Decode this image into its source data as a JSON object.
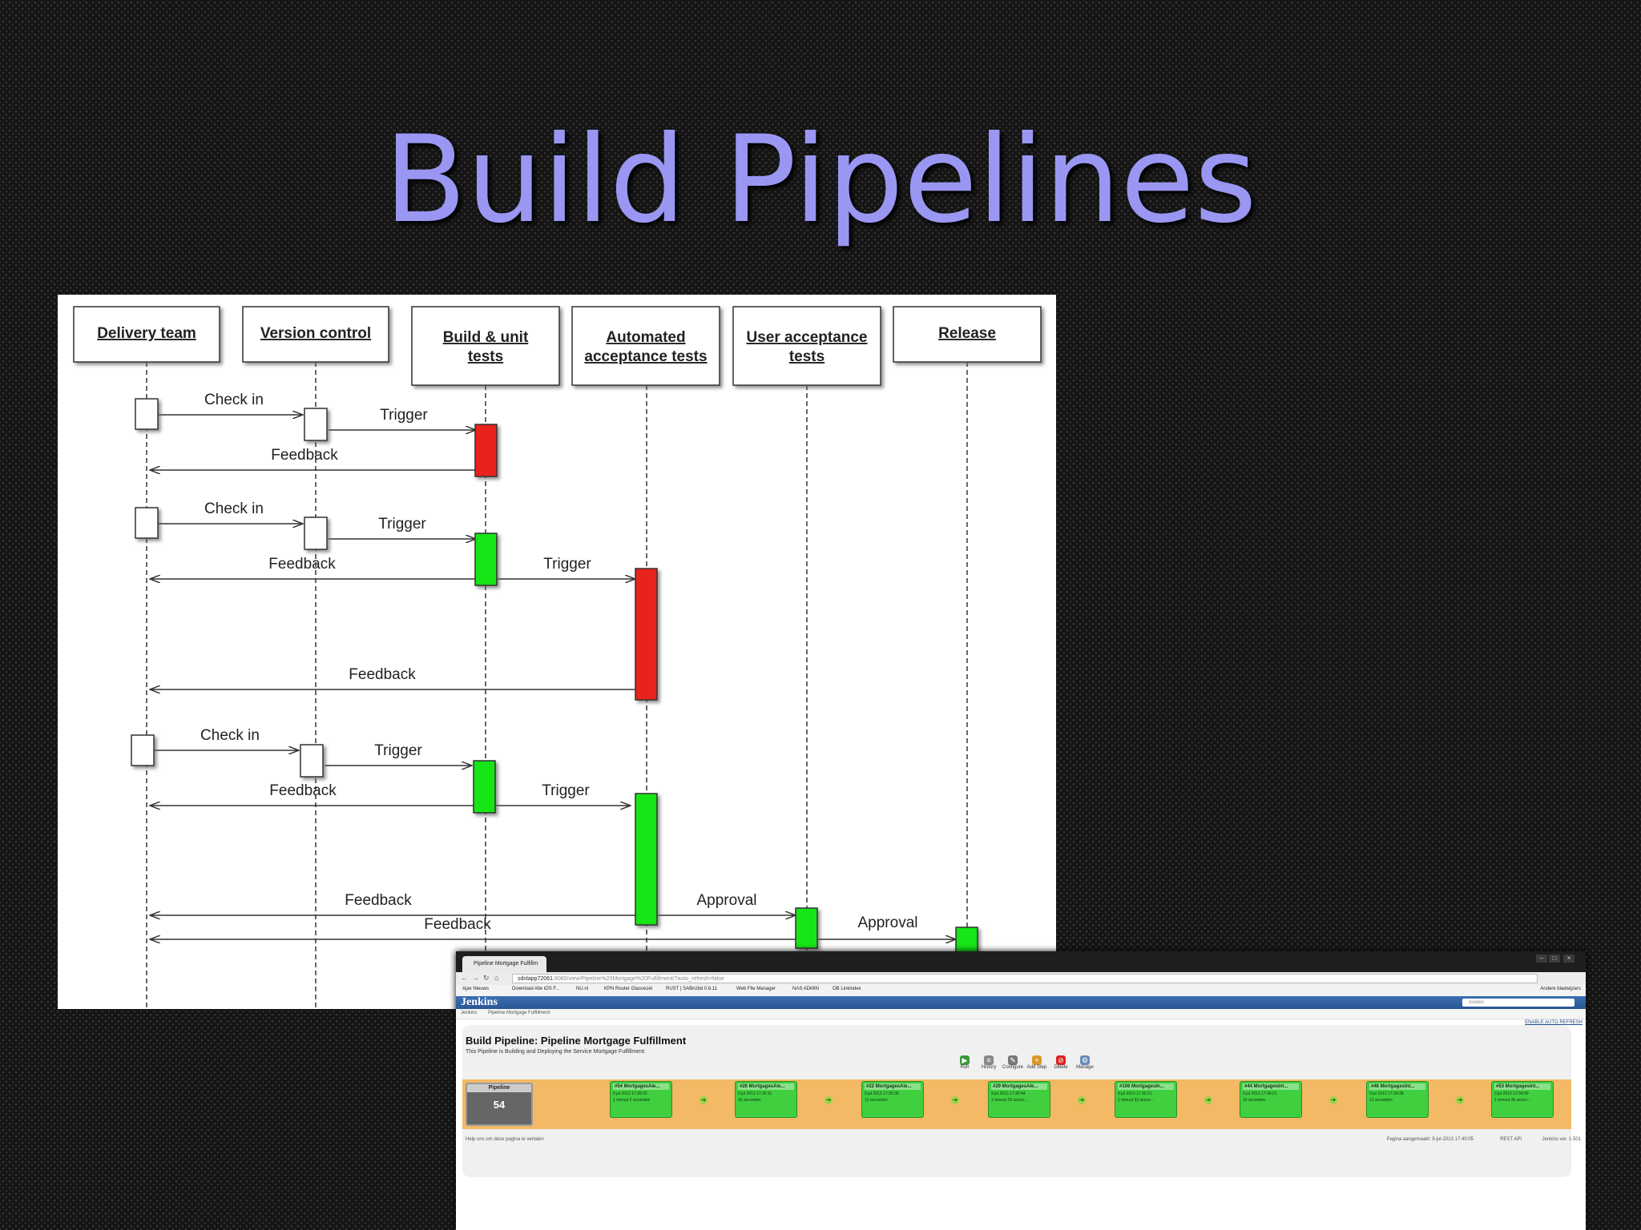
{
  "slide": {
    "title": "Build Pipelines"
  },
  "diagram": {
    "lanes": [
      {
        "line1": "Delivery team",
        "line2": ""
      },
      {
        "line1": "Version control",
        "line2": ""
      },
      {
        "line1": "Build & unit",
        "line2": "tests"
      },
      {
        "line1": "Automated",
        "line2": "acceptance tests"
      },
      {
        "line1": "User acceptance",
        "line2": "tests"
      },
      {
        "line1": "Release",
        "line2": ""
      }
    ],
    "messages": {
      "check_in": "Check in",
      "trigger": "Trigger",
      "feedback": "Feedback",
      "approval": "Approval"
    },
    "colors": {
      "fail": "#e8231b",
      "pass": "#17e517",
      "neutral": "#ffffff"
    }
  },
  "jenkins": {
    "tab_title": "Pipeline Mortgage Fulfillm",
    "url_host": "sdnlapp72061",
    "url_rest": ":8080/view/Pipeline%20Mortgage%20Fulfillment/?auto_refresh=false",
    "bookmarks": [
      "Ajax Nieuws",
      "Download Alle iOS F...",
      "NU.nl",
      "KPN Router Glasvezel",
      "RUST | SABnzbd 0.8.11",
      "Web File Manager",
      "NAS ADMIN",
      "OB Linkindex",
      "Andere bladwijzers"
    ],
    "logo": "Jenkins",
    "search_placeholder": "zoeken",
    "breadcrumb": [
      "Jenkins",
      "Pipeline Mortgage Fulfillment"
    ],
    "auto_refresh": "ENABLE AUTO REFRESH",
    "pipeline_title": "Build Pipeline: Pipeline Mortgage Fulfillment",
    "pipeline_desc": "This Pipeline is Building and Deploying the Service Mortgage Fulfillment.",
    "toolbar": [
      "Run",
      "History",
      "Configure",
      "Add Step",
      "Delete",
      "Manage"
    ],
    "pipeline_label": "Pipeline",
    "pipeline_number": "54",
    "builds": [
      {
        "title": "#54 MortgagesAle...",
        "time": "9 jul 2013 17:39:03",
        "duration": "1 minuut 2 seconden"
      },
      {
        "title": "#26 MortgagesAle...",
        "time": "9 jul 2013 17:30:11",
        "duration": "16 seconden"
      },
      {
        "title": "#22 MortgagesAle...",
        "time": "9 jul 2013 17:30:36",
        "duration": "13 seconden"
      },
      {
        "title": "#29 MortgagesAle...",
        "time": "9 jul 2013 17:30:44",
        "duration": "1 minuut 33 secon..."
      },
      {
        "title": "#106 MortgagesIn...",
        "time": "9 jul 2013 17:32:21",
        "duration": "1 minuut 53 secon..."
      },
      {
        "title": "#44 MortgagesInt...",
        "time": "9 jul 2013 17:34:21",
        "duration": "16 seconden"
      },
      {
        "title": "#46 MortgagesInt...",
        "time": "9 jul 2013 17:34:38",
        "duration": "12 seconden"
      },
      {
        "title": "#53 MortgagesInt...",
        "time": "9 jul 2013 17:34:50",
        "duration": "1 minuut 36 secon..."
      }
    ],
    "footer_left": "Help ons om deze pagina te vertalen",
    "footer_generated": "Pagina aangemaakt: 9-jul-2013 17:40:05",
    "footer_api": "REST API",
    "footer_version": "Jenkins ver. 1.501"
  }
}
